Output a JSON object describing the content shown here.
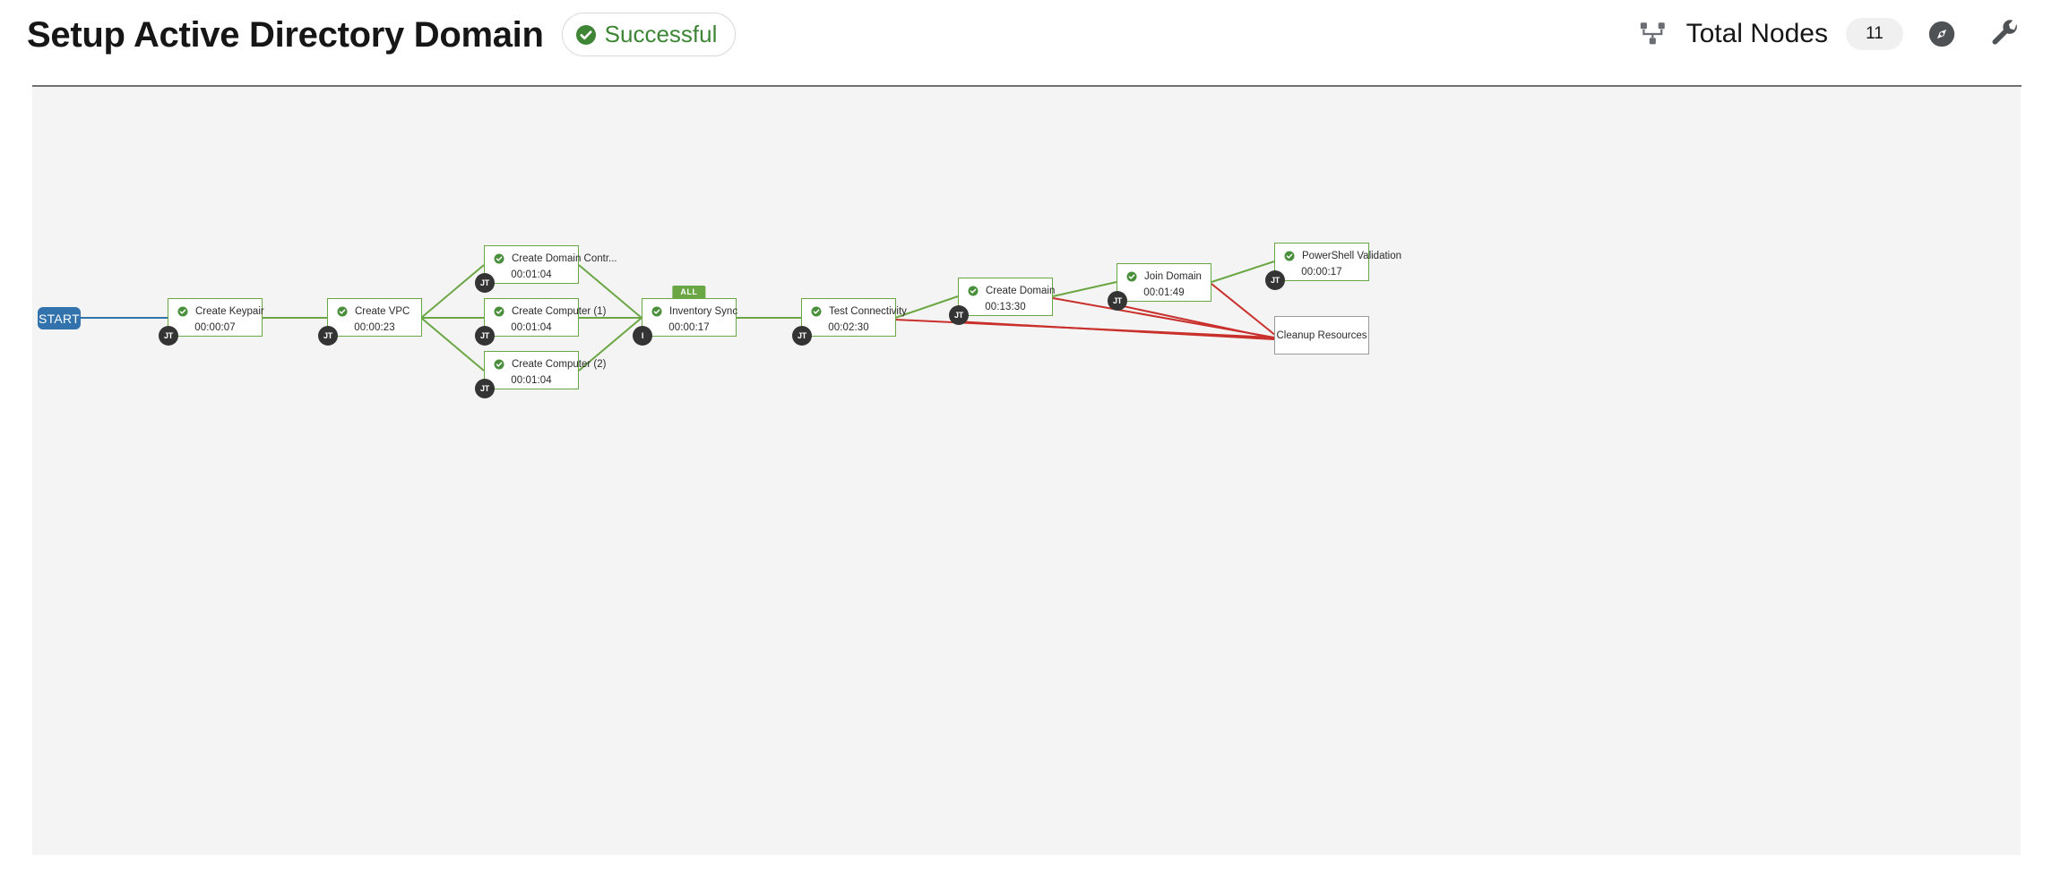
{
  "header": {
    "title": "Setup Active Directory Domain",
    "status": {
      "label": "Successful",
      "icon": "check-circle-icon",
      "color": "#3e8635"
    },
    "nodes_icon": "sitemap-icon",
    "total_nodes_label": "Total Nodes",
    "total_nodes_count": "11",
    "compass_icon": "compass-icon",
    "wrench_icon": "wrench-icon"
  },
  "canvas": {
    "background": "#f4f4f4",
    "edge_success_color": "#6ba644",
    "edge_failure_color": "#c9302c",
    "edge_start_color": "#3273ad",
    "start_label": "START"
  },
  "nodes": [
    {
      "id": "create-keypair",
      "title": "Create Keypair",
      "elapsed": "00:00:07",
      "badge": "JT",
      "status": "successful"
    },
    {
      "id": "create-vpc",
      "title": "Create VPC",
      "elapsed": "00:00:23",
      "badge": "JT",
      "status": "successful"
    },
    {
      "id": "create-domain-controller",
      "title": "Create Domain Contr...",
      "elapsed": "00:01:04",
      "badge": "JT",
      "status": "successful"
    },
    {
      "id": "create-computer-1",
      "title": "Create Computer (1)",
      "elapsed": "00:01:04",
      "badge": "JT",
      "status": "successful"
    },
    {
      "id": "create-computer-2",
      "title": "Create Computer (2)",
      "elapsed": "00:01:04",
      "badge": "JT",
      "status": "successful"
    },
    {
      "id": "inventory-sync",
      "title": "Inventory Sync",
      "elapsed": "00:00:17",
      "badge": "I",
      "status": "successful",
      "tag": "ALL"
    },
    {
      "id": "test-connectivity",
      "title": "Test Connectivity",
      "elapsed": "00:02:30",
      "badge": "JT",
      "status": "successful"
    },
    {
      "id": "create-domain",
      "title": "Create Domain",
      "elapsed": "00:13:30",
      "badge": "JT",
      "status": "successful"
    },
    {
      "id": "join-domain",
      "title": "Join Domain",
      "elapsed": "00:01:49",
      "badge": "JT",
      "status": "successful"
    },
    {
      "id": "powershell-validation",
      "title": "PowerShell Validation",
      "elapsed": "00:00:17",
      "badge": "JT",
      "status": "successful"
    },
    {
      "id": "cleanup-resources",
      "title": "Cleanup Resources",
      "elapsed": "",
      "badge": "",
      "status": "pending"
    }
  ]
}
